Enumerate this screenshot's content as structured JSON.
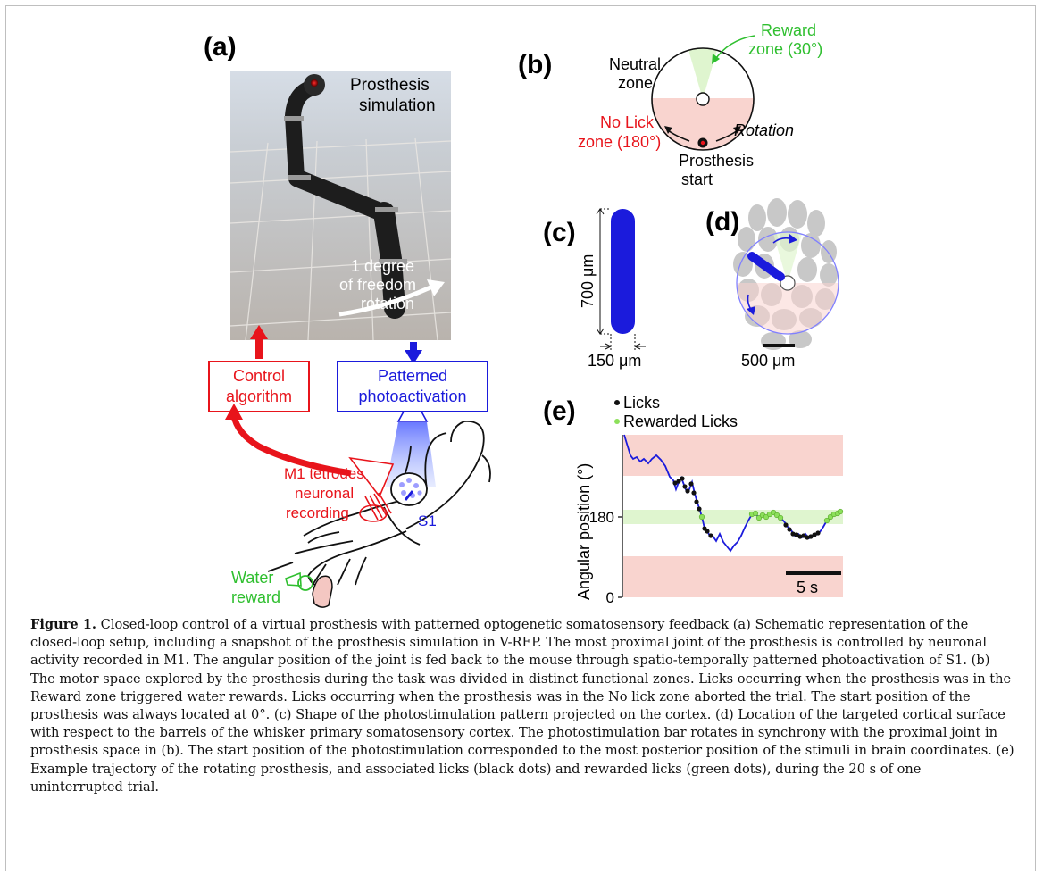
{
  "panels": {
    "a": "(a)",
    "b": "(b)",
    "c": "(c)",
    "d": "(d)",
    "e": "(e)"
  },
  "panel_a": {
    "sim_label_1": "Prosthesis",
    "sim_label_2": "simulation",
    "dof_1": "1 degree",
    "dof_2": "of freedom",
    "dof_3": "rotation",
    "control_1": "Control",
    "control_2": "algorithm",
    "photo_1": "Patterned",
    "photo_2": "photoactivation",
    "m1_1": "M1 tetrodes",
    "m1_2": "neuronal",
    "m1_3": "recording",
    "s1": "S1",
    "water_1": "Water",
    "water_2": "reward"
  },
  "panel_b": {
    "neutral_1": "Neutral",
    "neutral_2": "zone",
    "reward_1": "Reward",
    "reward_2": "zone (30°)",
    "nolick_1": "No Lick",
    "nolick_2": "zone (180°)",
    "rotation": "Rotation",
    "start_1": "Prosthesis",
    "start_2": "start"
  },
  "panel_c": {
    "height": "700 μm",
    "width": "150 μm"
  },
  "panel_d": {
    "scale": "500 μm"
  },
  "panel_e": {
    "legend_licks": "Licks",
    "legend_rewarded": "Rewarded Licks",
    "ylabel": "Angular position (°)",
    "ytick_180": "180",
    "ytick_0": "0",
    "scale": "5 s"
  },
  "colors": {
    "red": "#e8141b",
    "blue": "#1b1bdc",
    "green": "#2fbf2f",
    "pink": "#f9d4cf",
    "lightgreen": "#dff5cf"
  },
  "caption": {
    "title": "Figure 1.",
    "body": " Closed-loop control of a virtual prosthesis with patterned optogenetic somatosensory feedback (a) Schematic representation of the closed-loop setup, including a snapshot of the prosthesis simulation in V-REP. The most proximal joint of the prosthesis is controlled by neuronal activity recorded in M1. The angular position of the joint is fed back to the mouse through spatio-temporally patterned photoactivation of S1. (b) The motor space explored by the prosthesis during the task was divided in distinct functional zones. Licks occurring when the prosthesis was in the Reward zone triggered water rewards. Licks occurring when the prosthesis was in the No lick zone aborted the trial. The start position of the prosthesis was always located at 0°. (c) Shape of the photostimulation pattern projected on the cortex. (d) Location of the targeted cortical surface with respect to the barrels of the whisker primary somatosensory cortex. The photostimulation bar rotates in synchrony with the proximal joint in prosthesis space in (b). The start position of the photostimulation corresponded to the most posterior position of the stimuli in brain coordinates. (e) Example trajectory of the rotating prosthesis, and associated licks (black dots) and rewarded licks (green dots), during the 20 s of one uninterrupted trial."
  }
}
